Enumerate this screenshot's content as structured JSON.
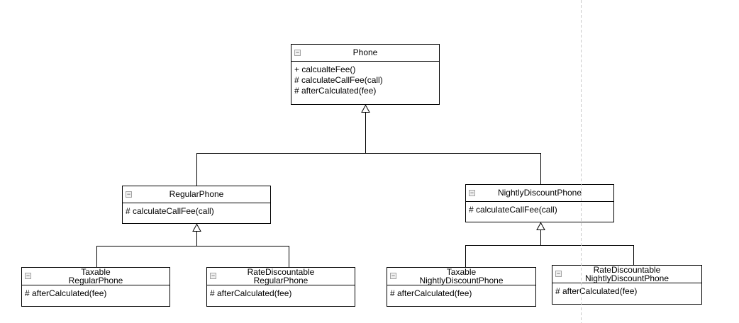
{
  "classes": {
    "phone": {
      "title": "Phone",
      "methods": [
        "+ calcualteFee()",
        "# calculateCallFee(call)",
        "# afterCalculated(fee)"
      ]
    },
    "regular_phone": {
      "title": "RegularPhone",
      "methods": [
        "# calculateCallFee(call)"
      ]
    },
    "nightly_discount_phone": {
      "title": "NightlyDiscountPhone",
      "methods": [
        "# calculateCallFee(call)"
      ]
    },
    "taxable_regular_phone": {
      "title": "Taxable\nRegularPhone",
      "methods": [
        "# afterCalculated(fee)"
      ]
    },
    "rate_discountable_regular_phone": {
      "title": "RateDiscountable\nRegularPhone",
      "methods": [
        "# afterCalculated(fee)"
      ]
    },
    "taxable_nightly_discount_phone": {
      "title": "Taxable\nNightlyDiscountPhone",
      "methods": [
        "# afterCalculated(fee)"
      ]
    },
    "rate_discountable_nightly_discount_phone": {
      "title": "RateDiscountable\nNightlyDiscountPhone",
      "methods": [
        "# afterCalculated(fee)"
      ]
    }
  },
  "icons": {
    "collapse_glyph": "−"
  },
  "colors": {
    "canvas_bg": "#ffffff",
    "box_fill": "#ffffff",
    "box_border": "#000000",
    "text": "#000000",
    "edge": "#000000",
    "page_break": "#c9c9c9",
    "icon_border": "#a3a3a3",
    "icon_fill": "#f0f0f0"
  }
}
